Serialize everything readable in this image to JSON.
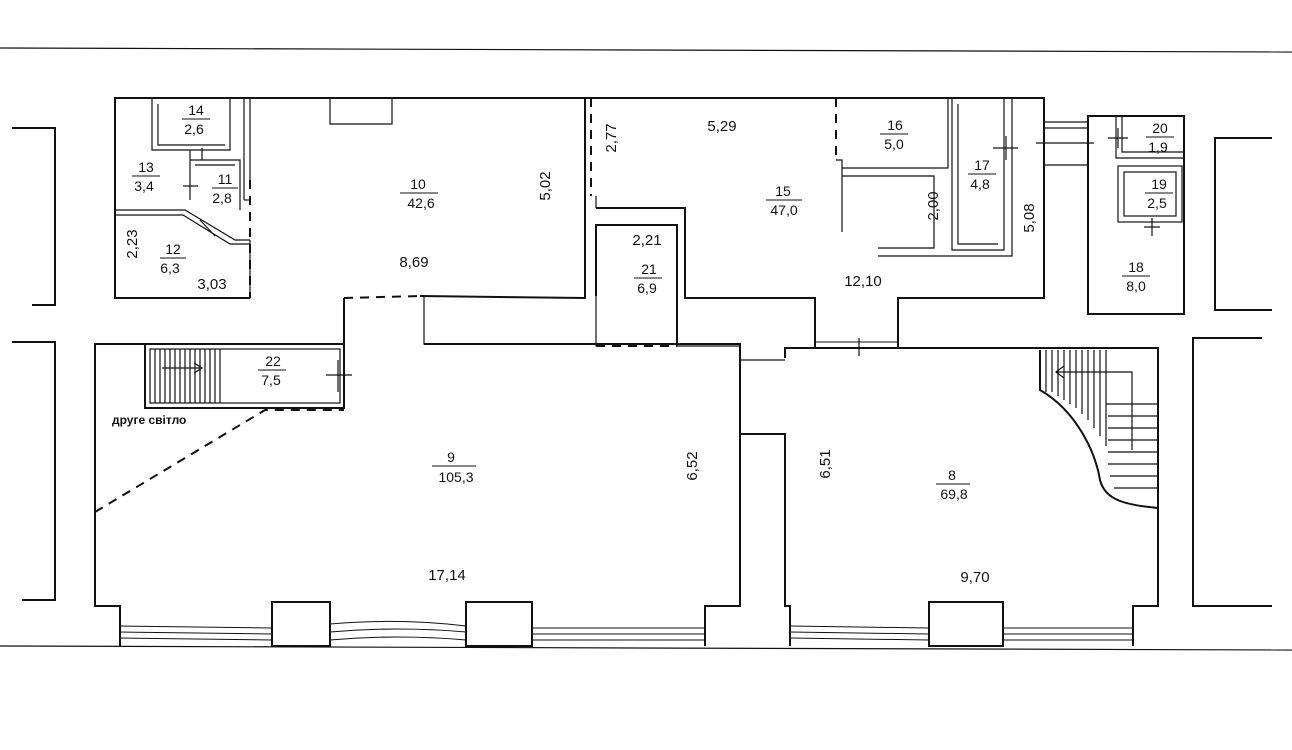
{
  "rooms": [
    {
      "id": "room-14",
      "number": "14",
      "area": "2,6"
    },
    {
      "id": "room-13",
      "number": "13",
      "area": "3,4"
    },
    {
      "id": "room-11",
      "number": "11",
      "area": "2,8"
    },
    {
      "id": "room-12",
      "number": "12",
      "area": "6,3"
    },
    {
      "id": "room-10",
      "number": "10",
      "area": "42,6"
    },
    {
      "id": "room-15",
      "number": "15",
      "area": "47,0"
    },
    {
      "id": "room-16",
      "number": "16",
      "area": "5,0"
    },
    {
      "id": "room-17",
      "number": "17",
      "area": "4,8"
    },
    {
      "id": "room-20",
      "number": "20",
      "area": "1,9"
    },
    {
      "id": "room-19",
      "number": "19",
      "area": "2,5"
    },
    {
      "id": "room-18",
      "number": "18",
      "area": "8,0"
    },
    {
      "id": "room-21",
      "number": "21",
      "area": "6,9"
    },
    {
      "id": "room-22",
      "number": "22",
      "area": "7,5"
    },
    {
      "id": "room-9",
      "number": "9",
      "area": "105,3"
    },
    {
      "id": "room-8",
      "number": "8",
      "area": "69,8"
    }
  ],
  "dimensions": {
    "d_2_23": "2,23",
    "d_3_03": "3,03",
    "d_8_69": "8,69",
    "d_5_02": "5,02",
    "d_2_77": "2,77",
    "d_5_29": "5,29",
    "d_2_21": "2,21",
    "d_2_00": "2,00",
    "d_5_08": "5,08",
    "d_12_10": "12,10",
    "d_6_52": "6,52",
    "d_6_51": "6,51",
    "d_17_14": "17,14",
    "d_9_70": "9,70"
  },
  "notes": {
    "second_light": "друге світло"
  }
}
